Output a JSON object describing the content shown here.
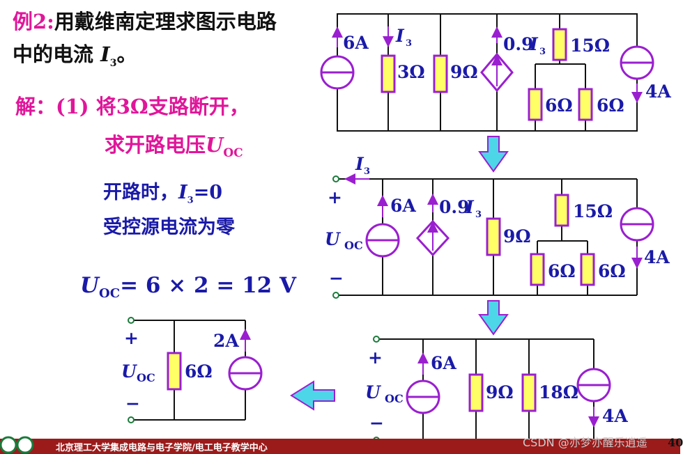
{
  "problem": {
    "label": "例2:",
    "line1": "用戴维南定理求图示电路",
    "line2_prefix": "中的电流",
    "line2_var": "I",
    "line2_sub": "3",
    "line2_suffix": "。"
  },
  "solution": {
    "label": "解：",
    "step1": "(1) 将3Ω支路断开，",
    "step1b_prefix": "求开路电压",
    "step1b_var": "U",
    "step1b_sub": "OC",
    "open_prefix": "开路时，",
    "open_var": "I",
    "open_sub": "3",
    "open_suffix": "=0",
    "controlled": "受控源电流为零",
    "equation_var": "U",
    "equation_sub": "OC",
    "equation_rhs": "= 6 × 2 = 12 V"
  },
  "circuit1": {
    "source1": "6A",
    "current_label": "I",
    "current_sub": "3",
    "r1": "3Ω",
    "r2": "9Ω",
    "dep_source": "0.9",
    "dep_var": "I",
    "dep_sub": "3",
    "r3": "15Ω",
    "r4": "6Ω",
    "r5": "6Ω",
    "source2": "4A"
  },
  "circuit2": {
    "current_label": "I",
    "current_sub": "3",
    "plus": "+",
    "minus": "−",
    "voltage_var": "U",
    "voltage_sub": "OC",
    "source1": "6A",
    "dep_source": "0.9",
    "dep_var": "I",
    "dep_sub": "3",
    "r1": "9Ω",
    "r2": "15Ω",
    "r3": "6Ω",
    "r4": "6Ω",
    "source2": "4A"
  },
  "circuit3": {
    "plus": "+",
    "minus": "−",
    "voltage_var": "U",
    "voltage_sub": "OC",
    "source1": "6A",
    "r1": "9Ω",
    "r2": "18Ω",
    "source2": "4A"
  },
  "circuit4": {
    "plus": "+",
    "minus": "−",
    "voltage_var": "U",
    "voltage_sub": "OC",
    "r1": "6Ω",
    "source1": "2A"
  },
  "footer": {
    "text": "北京理工大学集成电路与电子学院/电工电子教学中心",
    "watermark": "CSDN @亦梦亦醒乐逍遥",
    "page": "40"
  },
  "colors": {
    "accent": "#e0169a",
    "text_blue": "#1a1aa8",
    "element_purple": "#9a1fd0",
    "resistor_fill": "#ffff66",
    "arrow_fill": "#4dd6e8",
    "footer_bg": "#9b1b1b"
  }
}
